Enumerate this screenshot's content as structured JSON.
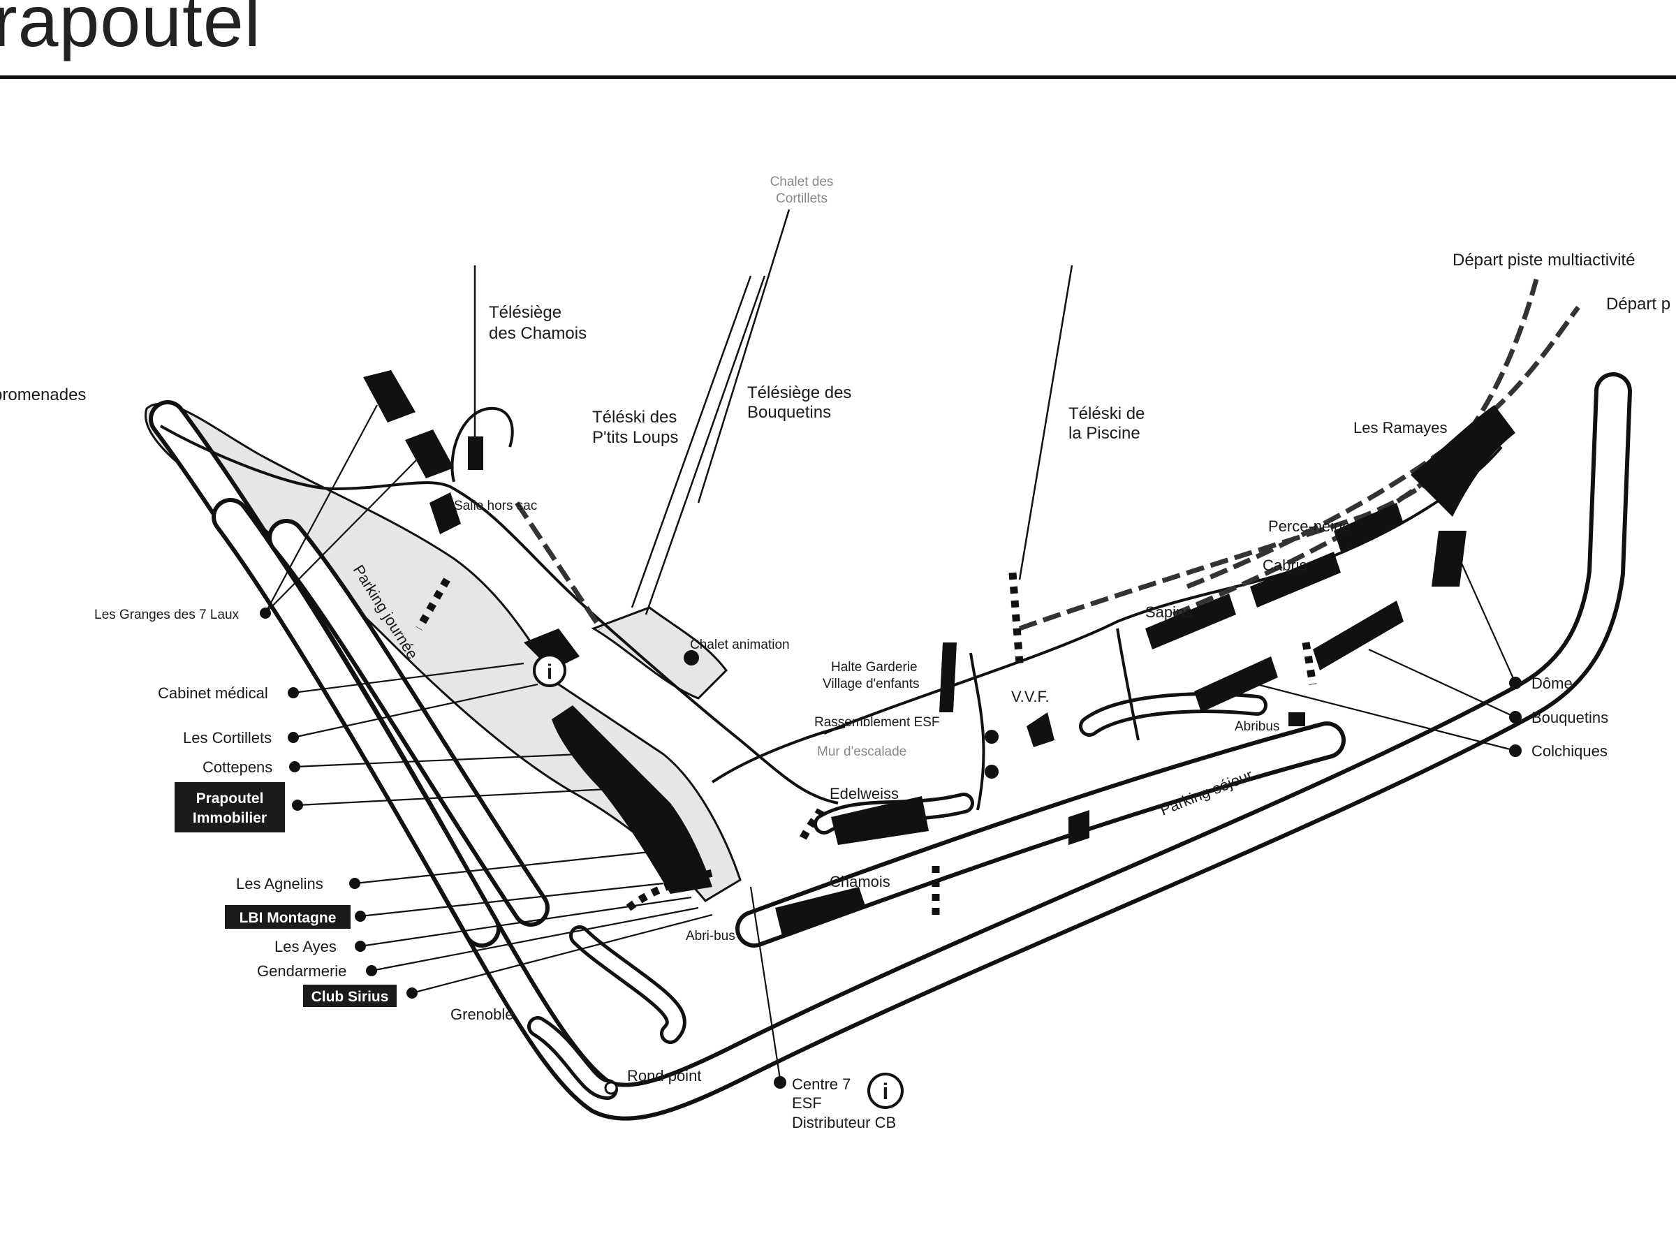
{
  "title": "rapoutel",
  "map": {
    "areas": {
      "promenades": "promenades",
      "parking_journee": "Parking journée",
      "parking_sejour": "Parking séjour",
      "grenoble": "Grenoble",
      "rond_point": "Rond point",
      "abri_bus": "Abri-bus",
      "abribus": "Abribus",
      "depart_piste_1": "Départ piste multiactivité",
      "depart_piste_2": "Départ p"
    },
    "lifts": {
      "chalet_des_cortillets_1": "Chalet des",
      "chalet_des_cortillets_2": "Cortillets",
      "telesiege_chamois_1": "Télésiège",
      "telesiege_chamois_2": "des Chamois",
      "teleski_ptits_loups_1": "Téléski des",
      "teleski_ptits_loups_2": "P'tits Loups",
      "telesiege_bouquetins_1": "Télésiège des",
      "telesiege_bouquetins_2": "Bouquetins",
      "teleski_piscine_1": "Téléski de",
      "teleski_piscine_2": "la Piscine"
    },
    "buildings": {
      "salle_hors_sac": "Salle hors sac",
      "chalet_animation": "Chalet animation",
      "halte_garderie_1": "Halte Garderie",
      "halte_garderie_2": "Village d'enfants",
      "rassemblement_esf": "Rassemblement ESF",
      "mur_escalade": "Mur d'escalade",
      "edelweiss": "Edelweiss",
      "chamois": "Chamois",
      "vvf": "V.V.F.",
      "sapins": "Sapins",
      "cabris": "Cabris",
      "perce_neige": "Perce-neige",
      "les_ramayes": "Les Ramayes"
    },
    "legend_left": [
      {
        "label": "Les Granges des 7 Laux",
        "boxed": false
      },
      {
        "label": "Cabinet médical",
        "boxed": false
      },
      {
        "label": "Les Cortillets",
        "boxed": false
      },
      {
        "label": "Cottepens",
        "boxed": false
      },
      {
        "label": "Prapoutel",
        "label2": "Immobilier",
        "boxed": true
      },
      {
        "label": "Les Agnelins",
        "boxed": false
      },
      {
        "label": "LBI Montagne",
        "boxed": true
      },
      {
        "label": "Les Ayes",
        "boxed": false
      },
      {
        "label": "Gendarmerie",
        "boxed": false
      },
      {
        "label": "Club Sirius",
        "boxed": true
      }
    ],
    "legend_right": [
      {
        "label": "Dôme"
      },
      {
        "label": "Bouquetins"
      },
      {
        "label": "Colchiques"
      }
    ],
    "legend_bottom": {
      "line1": "Centre 7",
      "line2": "ESF",
      "line3": "Distributeur CB"
    },
    "info_symbol": "i"
  }
}
